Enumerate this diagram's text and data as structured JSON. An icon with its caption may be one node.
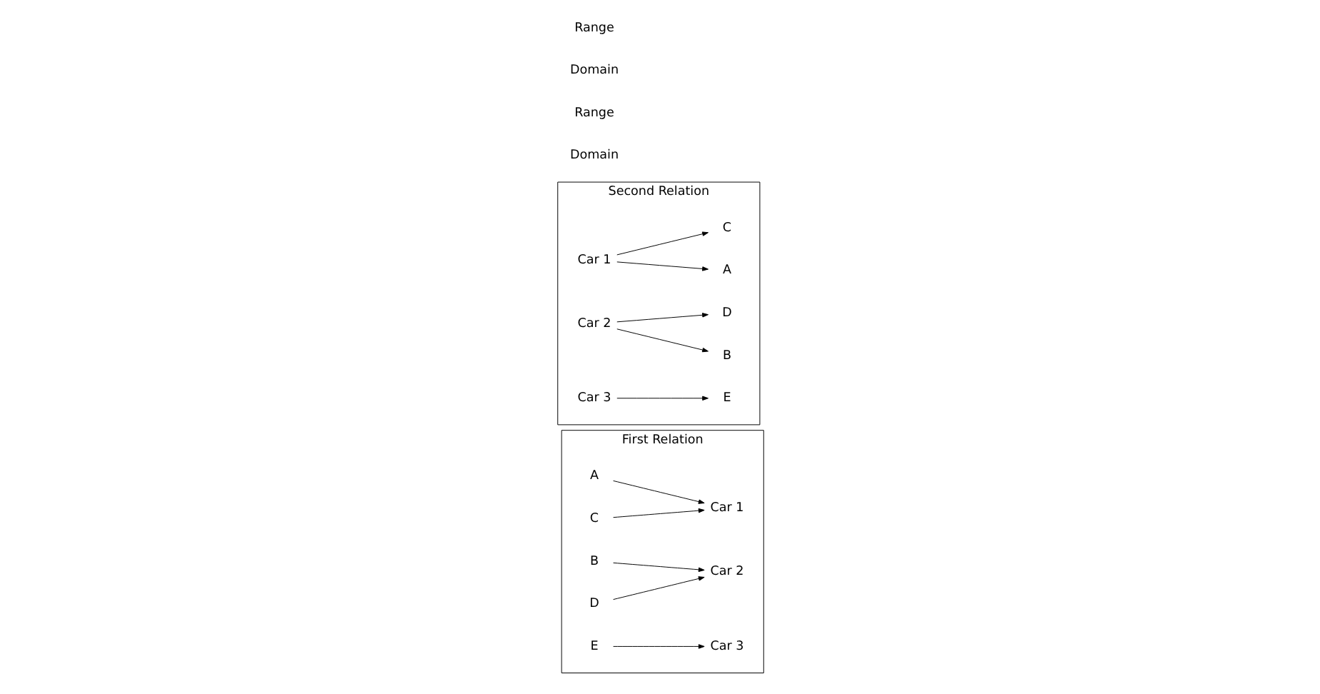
{
  "diagram": {
    "nodes": [
      {
        "text": [
          "First Relation"
        ]
      },
      {
        "text": [
          "A"
        ],
        "in": 0
      },
      {
        "text": [
          "B"
        ],
        "in": 0
      },
      {
        "text": [
          "C"
        ],
        "in": 0
      },
      {
        "text": [
          "D"
        ],
        "in": 0
      },
      {
        "text": [
          "E"
        ],
        "in": 0
      },
      {
        "text": [
          "Car 1"
        ],
        "in": 0
      },
      {
        "text": [
          "Car 2"
        ],
        "in": 0
      },
      {
        "text": [
          "Car 3"
        ],
        "in": 0
      },
      {
        "text": [
          "Second Relation"
        ]
      },
      {
        "text": [
          "Car 1"
        ],
        "in": 9
      },
      {
        "text": [
          "Car 2"
        ],
        "in": 9
      },
      {
        "text": [
          "Car 3"
        ],
        "in": 9
      },
      {
        "text": [
          "A"
        ],
        "in": 9
      },
      {
        "text": [
          "B"
        ],
        "in": 9
      },
      {
        "text": [
          "C"
        ],
        "in": 9
      },
      {
        "text": [
          "D"
        ],
        "in": 9
      },
      {
        "text": [
          "E"
        ],
        "in": 9
      }
    ],
    "edges": [
      {
        "from": 1,
        "to": 6,
        "arrow": "to"
      },
      {
        "from": 2,
        "to": 7,
        "arrow": "to"
      },
      {
        "from": 3,
        "to": 6,
        "arrow": "to"
      },
      {
        "from": 4,
        "to": 7,
        "arrow": "to"
      },
      {
        "from": 5,
        "to": 8,
        "arrow": "to"
      },
      {
        "from": 10,
        "to": 13,
        "arrow": "to"
      },
      {
        "from": 10,
        "to": 15,
        "arrow": "to"
      },
      {
        "from": 11,
        "to": 14,
        "arrow": "to"
      },
      {
        "from": 11,
        "to": 16,
        "arrow": "to"
      },
      {
        "from": 12,
        "to": 17,
        "arrow": "to"
      }
    ],
    "labels": [
      "Domain",
      "Range",
      "Domain",
      "Range"
    ]
  }
}
